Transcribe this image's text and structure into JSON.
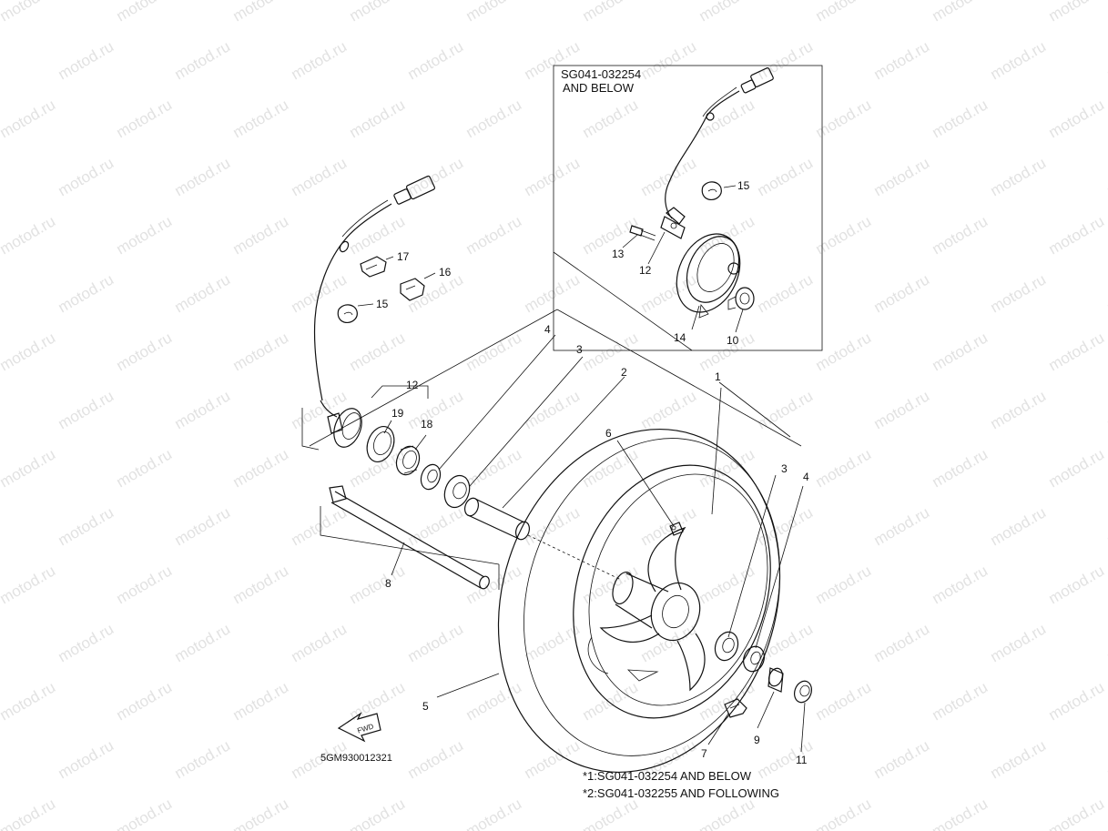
{
  "watermark": "motod.ru",
  "inset": {
    "title_line1": "SG041-032254",
    "title_line2": "AND BELOW"
  },
  "callouts": {
    "p1": "1",
    "p2": "2",
    "p3a": "3",
    "p3b": "3",
    "p4a": "4",
    "p4b": "4",
    "p5": "5",
    "p6": "6",
    "p7": "7",
    "p8": "8",
    "p9": "9",
    "p10": "10",
    "p11": "11",
    "p12": "12",
    "p12i": "12",
    "p13": "13",
    "p14": "14",
    "p15": "15",
    "p15i": "15",
    "p16": "16",
    "p17": "17",
    "p18": "18",
    "p19": "19"
  },
  "fwd_label": "FWD",
  "diagram_code": "5GM930012321",
  "notes": {
    "n1": "*1:SG041-032254 AND BELOW",
    "n2": "*2:SG041-032255 AND FOLLOWING"
  }
}
